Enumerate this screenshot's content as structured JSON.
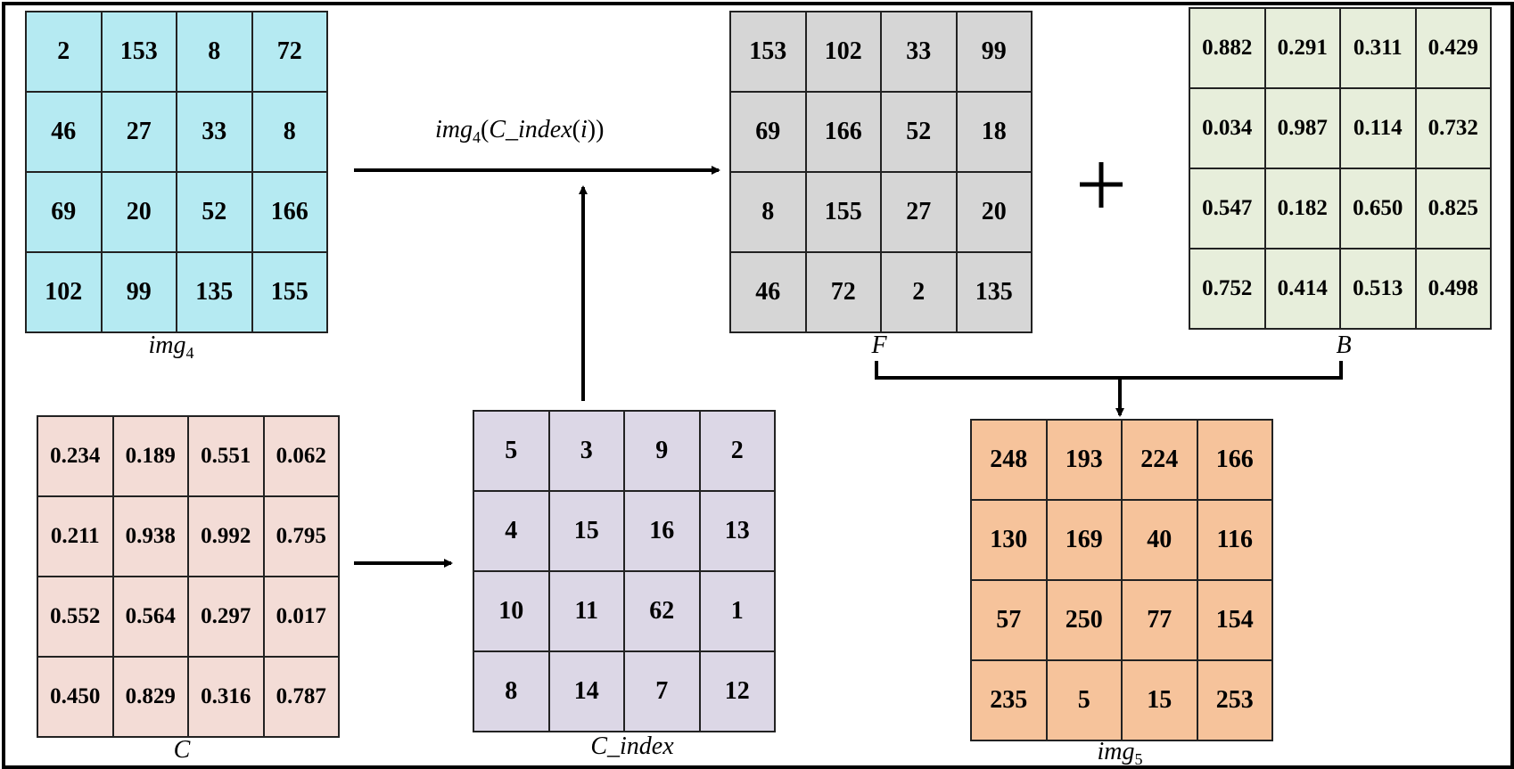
{
  "matrices": {
    "img4": {
      "label": "img",
      "sub": "4",
      "color": "#b5eaf2",
      "cells": [
        [
          "2",
          "153",
          "8",
          "72"
        ],
        [
          "46",
          "27",
          "33",
          "8"
        ],
        [
          "69",
          "20",
          "52",
          "166"
        ],
        [
          "102",
          "99",
          "135",
          "155"
        ]
      ]
    },
    "F": {
      "label": "F",
      "sub": "",
      "color": "#d6d6d6",
      "cells": [
        [
          "153",
          "102",
          "33",
          "99"
        ],
        [
          "69",
          "166",
          "52",
          "18"
        ],
        [
          "8",
          "155",
          "27",
          "20"
        ],
        [
          "46",
          "72",
          "2",
          "135"
        ]
      ]
    },
    "B": {
      "label": "B",
      "sub": "",
      "color": "#e7eedb",
      "cells": [
        [
          "0.882",
          "0.291",
          "0.311",
          "0.429"
        ],
        [
          "0.034",
          "0.987",
          "0.114",
          "0.732"
        ],
        [
          "0.547",
          "0.182",
          "0.650",
          "0.825"
        ],
        [
          "0.752",
          "0.414",
          "0.513",
          "0.498"
        ]
      ]
    },
    "C": {
      "label": "C",
      "sub": "",
      "color": "#f3dcd6",
      "cells": [
        [
          "0.234",
          "0.189",
          "0.551",
          "0.062"
        ],
        [
          "0.211",
          "0.938",
          "0.992",
          "0.795"
        ],
        [
          "0.552",
          "0.564",
          "0.297",
          "0.017"
        ],
        [
          "0.450",
          "0.829",
          "0.316",
          "0.787"
        ]
      ]
    },
    "C_index": {
      "label": "C_index",
      "sub": "",
      "color": "#dcd7e6",
      "cells": [
        [
          "5",
          "3",
          "9",
          "2"
        ],
        [
          "4",
          "15",
          "16",
          "13"
        ],
        [
          "10",
          "11",
          "62",
          "1"
        ],
        [
          "8",
          "14",
          "7",
          "12"
        ]
      ]
    },
    "img5": {
      "label": "img",
      "sub": "5",
      "color": "#f6c39b",
      "cells": [
        [
          "248",
          "193",
          "224",
          "166"
        ],
        [
          "130",
          "169",
          "40",
          "116"
        ],
        [
          "57",
          "250",
          "77",
          "154"
        ],
        [
          "235",
          "5",
          "15",
          "253"
        ]
      ]
    }
  },
  "formula": {
    "img": "img",
    "sub": "4",
    "open": "(",
    "cindex": "C_index",
    "open2": "(",
    "i": "i",
    "close": "))"
  },
  "plus_symbol": "+"
}
